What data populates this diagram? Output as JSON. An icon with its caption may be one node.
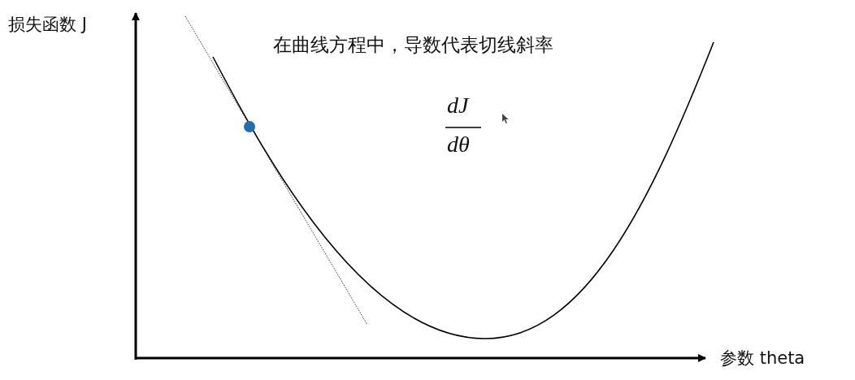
{
  "diagram": {
    "labels": [
      "损失函数 J",
      "参数 theta",
      "在曲线方程中，导数代表切线斜率",
      "dJ",
      "dθ"
    ]
  }
}
